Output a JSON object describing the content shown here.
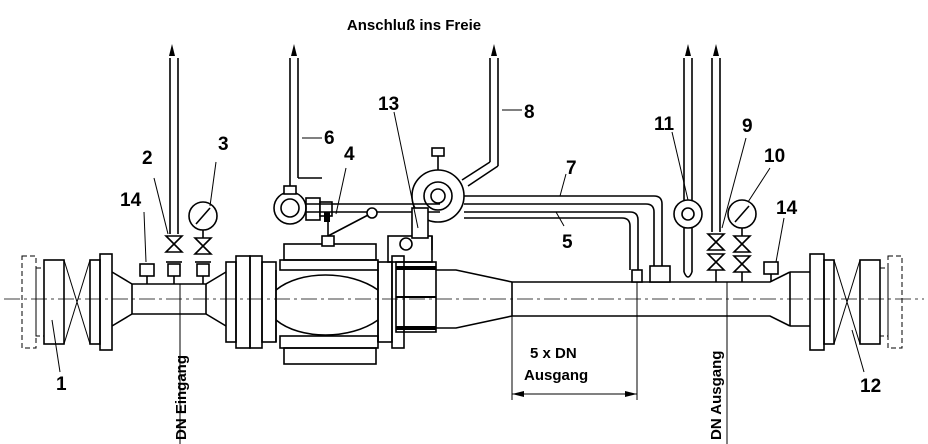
{
  "title": "Anschluß ins Freie",
  "callouts": [
    "1",
    "2",
    "3",
    "4",
    "5",
    "6",
    "7",
    "8",
    "9",
    "10",
    "11",
    "12",
    "13",
    "14",
    "14"
  ],
  "dimension": {
    "line1": "5 x DN",
    "line2": "Ausgang"
  },
  "vertical_labels": {
    "inlet": "DN Eingang",
    "outlet": "DN Ausgang"
  }
}
